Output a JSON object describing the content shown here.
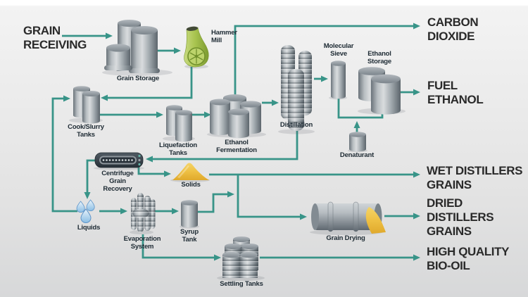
{
  "diagram_type": "process-flow",
  "colors": {
    "arrow_teal": "#389488",
    "label_dark": "#1d2a33",
    "headline_dark": "#2a2a2a",
    "tank_gray_light": "#d9dcde",
    "tank_gray_dark": "#5c656c",
    "mill_green": "#a8c44f",
    "solids_yellow": "#eec043",
    "liquids_blue": "#8abde4",
    "background_gray": "#e3e3e3"
  },
  "input": {
    "grain_receiving": {
      "lines": [
        "GRAIN",
        "RECEIVING"
      ]
    }
  },
  "outputs": {
    "carbon_dioxide": {
      "lines": [
        "CARBON",
        "DIOXIDE"
      ]
    },
    "fuel_ethanol": {
      "lines": [
        "FUEL",
        "ETHANOL"
      ]
    },
    "wet_distillers_grains": {
      "lines": [
        "WET DISTILLERS",
        "GRAINS"
      ]
    },
    "dried_distillers_grains": {
      "lines": [
        "DRIED",
        "DISTILLERS",
        "GRAINS"
      ]
    },
    "high_quality_bio_oil": {
      "lines": [
        "HIGH QUALITY",
        "BIO-OIL"
      ]
    }
  },
  "equipment": {
    "grain_storage": {
      "lines": [
        "Grain Storage"
      ]
    },
    "hammer_mill": {
      "lines": [
        "Hammer",
        "Mill"
      ]
    },
    "cook_slurry_tanks": {
      "lines": [
        "Cook/Slurry",
        "Tanks"
      ]
    },
    "liquefaction_tanks": {
      "lines": [
        "Liquefaction",
        "Tanks"
      ]
    },
    "ethanol_fermentation": {
      "lines": [
        "Ethanol",
        "Fermentation"
      ]
    },
    "distillation": {
      "lines": [
        "Distillation"
      ]
    },
    "molecular_sieve": {
      "lines": [
        "Molecular",
        "Sieve"
      ]
    },
    "ethanol_storage": {
      "lines": [
        "Ethanol",
        "Storage"
      ]
    },
    "denaturant": {
      "lines": [
        "Denaturant"
      ]
    },
    "centrifuge_grain_recovery": {
      "lines": [
        "Centrifuge",
        "Grain",
        "Recovery"
      ]
    },
    "solids": {
      "lines": [
        "Solids"
      ]
    },
    "liquids": {
      "lines": [
        "Liquids"
      ]
    },
    "evaporation_system": {
      "lines": [
        "Evaporation",
        "System"
      ]
    },
    "syrup_tank": {
      "lines": [
        "Syrup",
        "Tank"
      ]
    },
    "settling_tanks": {
      "lines": [
        "Settling Tanks"
      ]
    },
    "grain_drying": {
      "lines": [
        "Grain Drying"
      ]
    }
  },
  "icons": {
    "grain-storage-icon": "three gray silos",
    "hammer-mill-icon": "green mill with spoked wheel",
    "cook-slurry-tanks-icon": "two gray tanks",
    "liquefaction-tanks-icon": "two gray tanks",
    "ethanol-fermentation-icon": "four gray tanks cluster",
    "distillation-icon": "three ribbed columns",
    "molecular-sieve-icon": "tall thin column",
    "ethanol-storage-icon": "two squat tanks",
    "denaturant-icon": "small tank",
    "centrifuge-icon": "dark horizontal centrifuge with dots",
    "solids-icon": "yellow pile",
    "liquids-icon": "three blue droplets",
    "evaporation-system-icon": "cluster of thin ribbed columns",
    "syrup-tank-icon": "small cylinder",
    "settling-tanks-icon": "cluster of ribbed barrels",
    "grain-drying-icon": "horizontal drum with yellow discharge"
  },
  "flows": [
    {
      "from": "grain_receiving",
      "to": "grain_storage"
    },
    {
      "from": "grain_storage",
      "to": "hammer_mill"
    },
    {
      "from": "hammer_mill",
      "to": "cook_slurry_tanks"
    },
    {
      "from": "liquids",
      "to": "cook_slurry_tanks"
    },
    {
      "from": "cook_slurry_tanks",
      "to": "liquefaction_tanks"
    },
    {
      "from": "liquefaction_tanks",
      "to": "ethanol_fermentation"
    },
    {
      "from": "ethanol_fermentation",
      "to": "carbon_dioxide"
    },
    {
      "from": "ethanol_fermentation",
      "to": "distillation"
    },
    {
      "from": "distillation",
      "to": "molecular_sieve"
    },
    {
      "from": "molecular_sieve",
      "to": "ethanol_storage"
    },
    {
      "from": "denaturant",
      "to": "ethanol_storage"
    },
    {
      "from": "ethanol_storage",
      "to": "fuel_ethanol"
    },
    {
      "from": "distillation",
      "to": "centrifuge_grain_recovery"
    },
    {
      "from": "centrifuge_grain_recovery",
      "to": "liquids"
    },
    {
      "from": "centrifuge_grain_recovery",
      "to": "solids"
    },
    {
      "from": "solids",
      "to": "wet_distillers_grains"
    },
    {
      "from": "solids",
      "to": "grain_drying"
    },
    {
      "from": "liquids",
      "to": "evaporation_system"
    },
    {
      "from": "evaporation_system",
      "to": "syrup_tank"
    },
    {
      "from": "syrup_tank",
      "to": "grain_drying"
    },
    {
      "from": "grain_drying",
      "to": "dried_distillers_grains"
    },
    {
      "from": "evaporation_system",
      "to": "settling_tanks"
    },
    {
      "from": "settling_tanks",
      "to": "high_quality_bio_oil"
    }
  ]
}
